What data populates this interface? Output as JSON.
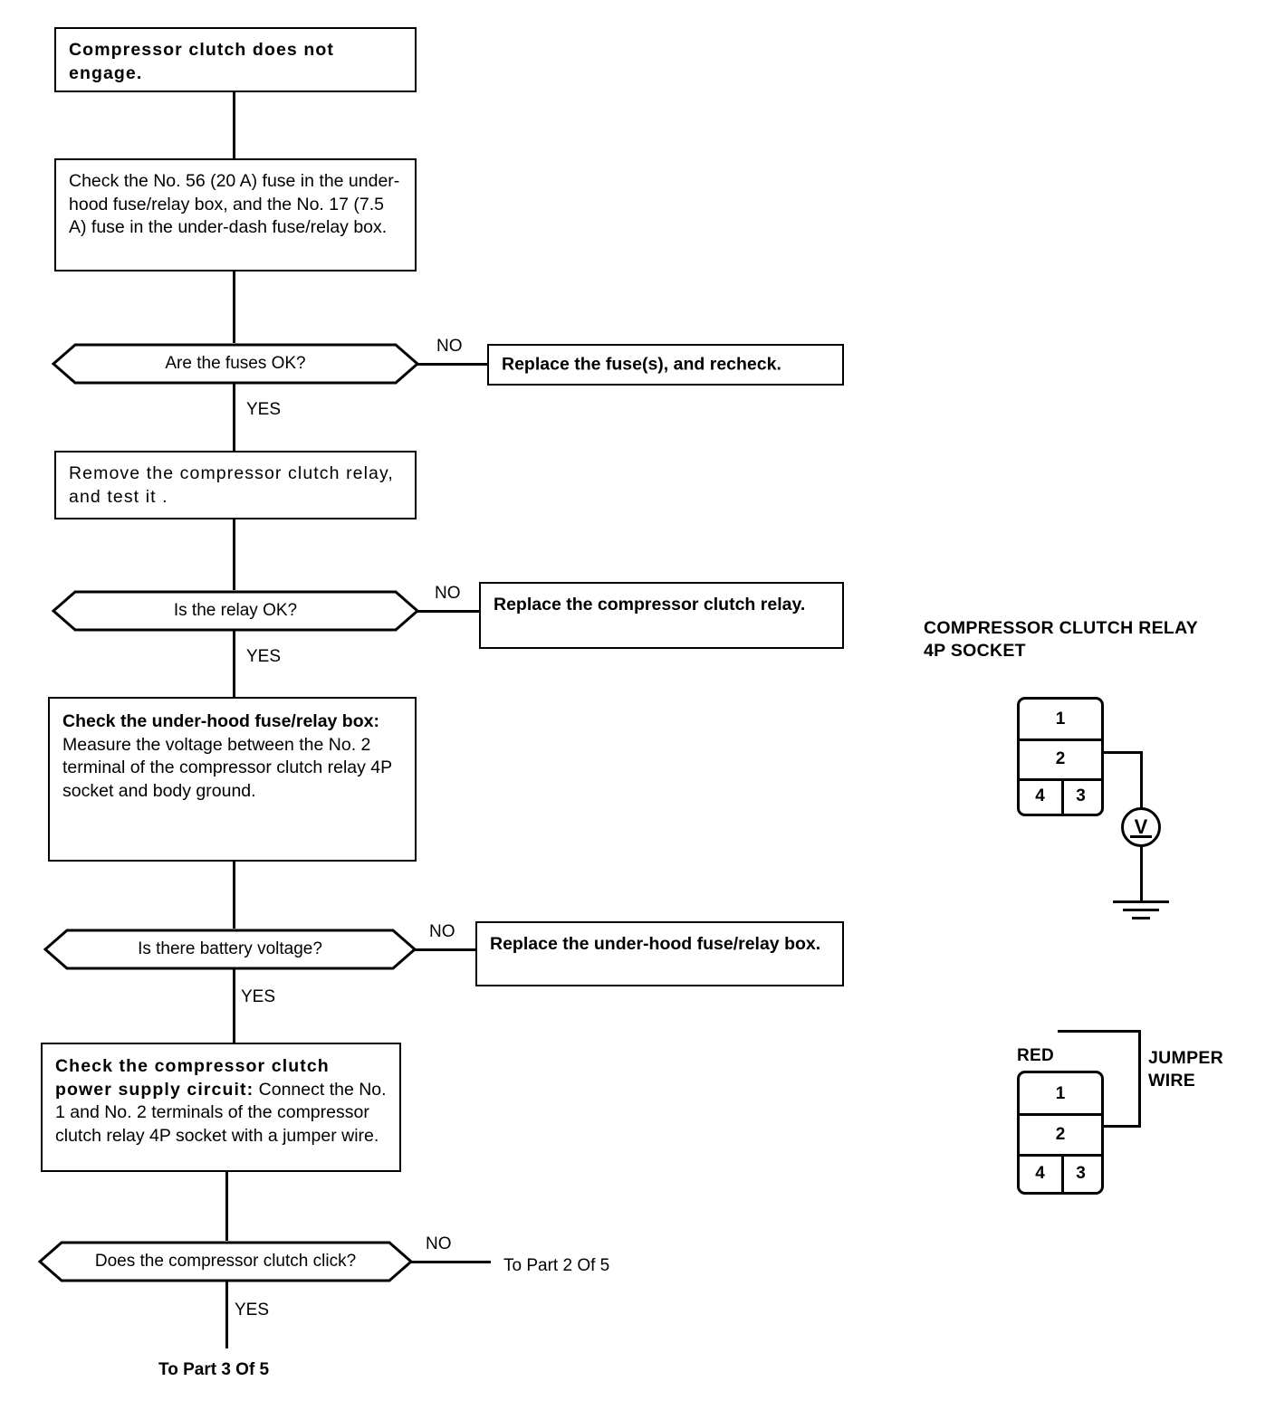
{
  "flow": {
    "start": {
      "label": "Compressor clutch does not engage."
    },
    "steps": [
      {
        "id": "check-fuses",
        "label": "Check the No. 56 (20 A) fuse in the under-hood fuse/relay box, and the No. 17 (7.5 A) fuse in the under-dash fuse/relay box."
      },
      {
        "id": "remove-relay",
        "label": "Remove the compressor clutch relay, and test it ."
      },
      {
        "id": "check-underhood-box",
        "heading": "Check the under-hood fuse/relay box:",
        "label": "Measure the voltage between the No. 2 terminal of the compressor clutch relay 4P socket and body ground."
      },
      {
        "id": "check-power-supply",
        "heading": "Check the compressor clutch power supply circuit:",
        "label": "Connect the No. 1 and No. 2 terminals of the compressor clutch relay 4P socket with a jumper wire."
      }
    ],
    "decisions": [
      {
        "id": "fuses-ok",
        "question": "Are the fuses OK?",
        "yes": "YES",
        "no": "NO"
      },
      {
        "id": "relay-ok",
        "question": "Is the relay OK?",
        "yes": "YES",
        "no": "NO"
      },
      {
        "id": "battery-voltage",
        "question": "Is there battery voltage?",
        "yes": "YES",
        "no": "NO"
      },
      {
        "id": "clutch-click",
        "question": "Does the compressor clutch click?",
        "yes": "YES",
        "no": "NO"
      }
    ],
    "actions": [
      {
        "id": "replace-fuses",
        "label": "Replace the fuse(s), and recheck."
      },
      {
        "id": "replace-relay",
        "label": "Replace the compressor clutch relay."
      },
      {
        "id": "replace-underhood-box",
        "label": "Replace the under-hood fuse/relay box."
      }
    ],
    "connectors": [
      {
        "id": "to-part-2",
        "label": "To Part 2 Of 5"
      },
      {
        "id": "to-part-3",
        "label": "To Part 3 Of 5"
      }
    ]
  },
  "diagrams": {
    "voltage_test": {
      "title": "COMPRESSOR CLUTCH RELAY\n4P SOCKET",
      "terminals": {
        "t1": "1",
        "t2": "2",
        "t3": "3",
        "t4": "4"
      },
      "meter": "V"
    },
    "jumper_test": {
      "terminals": {
        "t1": "1",
        "t2": "2",
        "t3": "3",
        "t4": "4"
      },
      "wire_color_label": "RED",
      "jumper_label": "JUMPER\nWIRE"
    }
  },
  "colors": {
    "ink": "#000000",
    "paper": "#ffffff"
  }
}
